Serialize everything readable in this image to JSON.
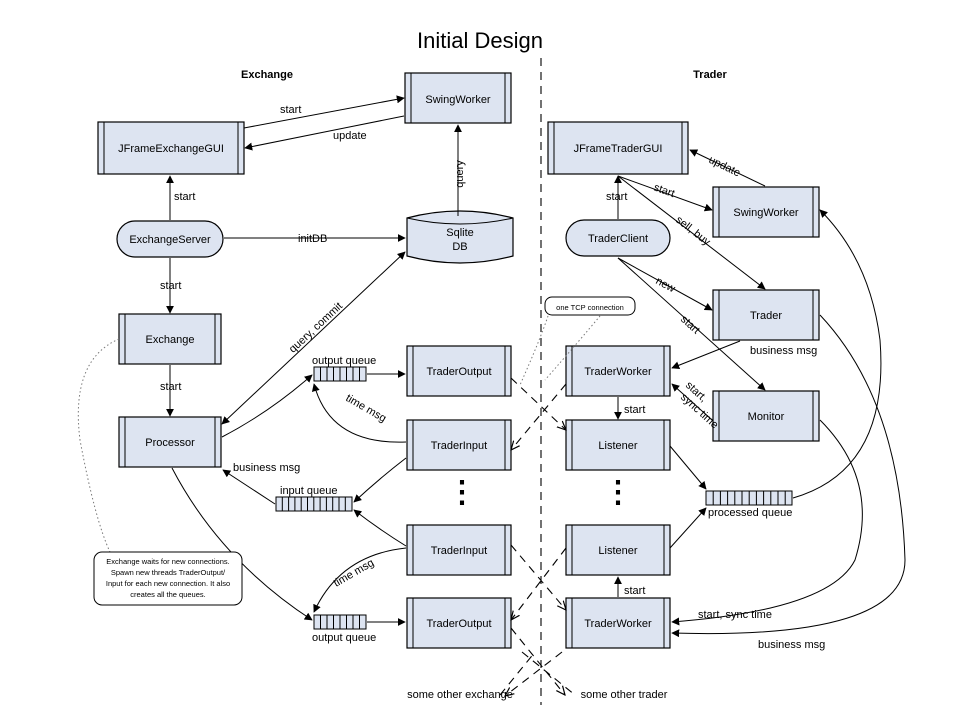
{
  "title": "Initial Design",
  "sections": {
    "exchange": "Exchange",
    "trader": "Trader"
  },
  "nodes": {
    "swing_exchange": "SwingWorker",
    "jframe_exchange": "JFrameExchangeGUI",
    "exchange_server": "ExchangeServer",
    "sqlite_line1": "Sqlite",
    "sqlite_line2": "DB",
    "exchange": "Exchange",
    "processor": "Processor",
    "trader_output_1": "TraderOutput",
    "trader_input_1": "TraderInput",
    "trader_input_2": "TraderInput",
    "trader_output_2": "TraderOutput",
    "jframe_trader": "JFrameTraderGUI",
    "swing_trader": "SwingWorker",
    "trader_client": "TraderClient",
    "trader": "Trader",
    "monitor": "Monitor",
    "trader_worker_1": "TraderWorker",
    "listener_1": "Listener",
    "listener_2": "Listener",
    "trader_worker_2": "TraderWorker"
  },
  "labels": {
    "start_swing": "start",
    "update_exchange": "update",
    "query": "query",
    "start_jframe_exchange": "start",
    "initdb": "initDB",
    "start_exchange": "start",
    "start_processor": "start",
    "query_commit": "query, commit",
    "output_queue_top": "output queue",
    "time_msg_top": "time msg",
    "business_msg_processor": "business msg",
    "input_queue": "input queue",
    "time_msg_bottom": "time msg",
    "output_queue_bottom": "output queue",
    "start_jframe_trader": "start",
    "update_trader": "update",
    "start_swing_trader": "start",
    "sell_buy": "sell, buy",
    "new": "new",
    "start_monitor": "start",
    "business_msg_trader": "business msg",
    "start_listener_1": "start",
    "start_sync_line1": "start,",
    "start_sync_line2": "sync time",
    "processed_queue": "processed queue",
    "start_listener_2": "start",
    "start_sync_time": "start, sync time",
    "business_msg_bottom": "business msg",
    "ellipsis_left": "⋮",
    "ellipsis_right": "⋮",
    "some_other_exchange": "some other exchange",
    "some_other_trader": "some other trader"
  },
  "notes": {
    "tcp": "one TCP connection",
    "exchange_note_line1": "Exchange waits for new connections.",
    "exchange_note_line2": "Spawn new  threads TraderOutput/",
    "exchange_note_line3": "Input for each new connection. It also",
    "exchange_note_line4": "creates all the queues."
  }
}
